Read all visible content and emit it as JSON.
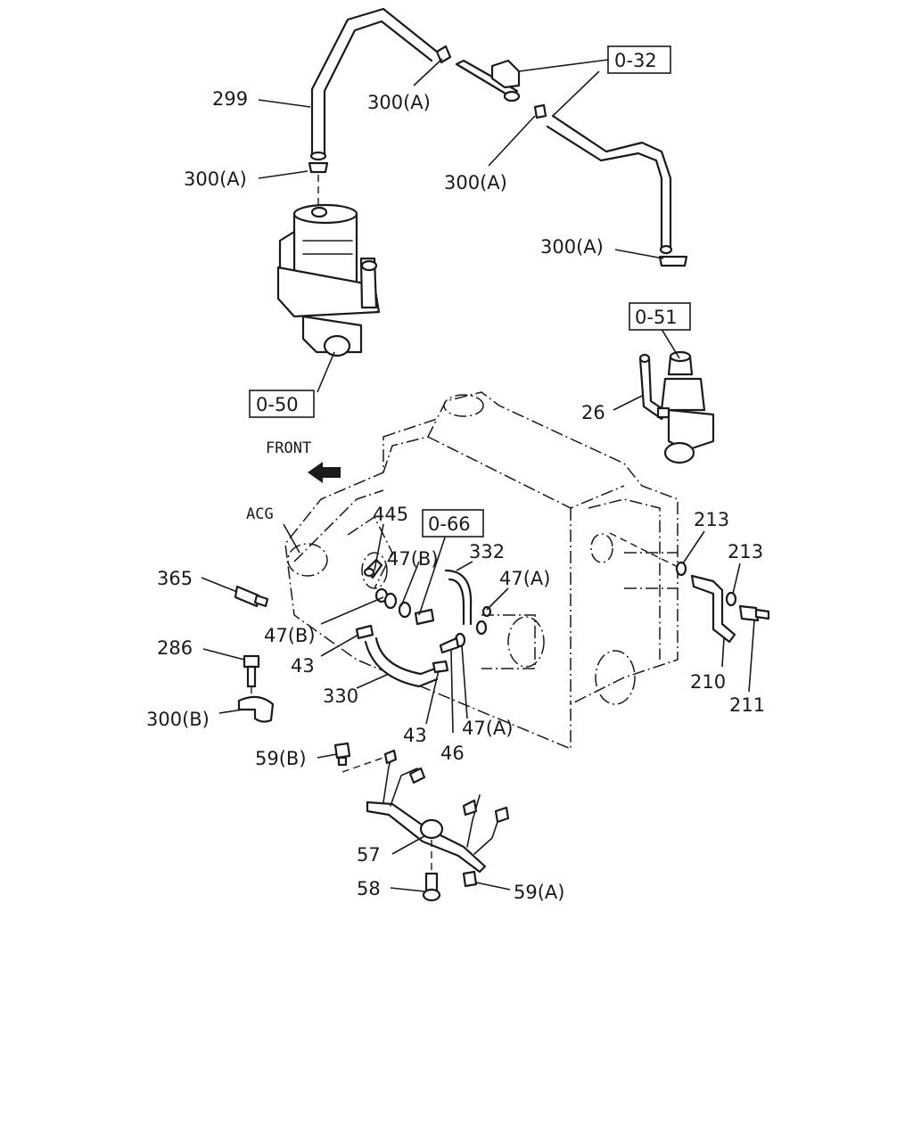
{
  "labels": {
    "p299": "299",
    "p300a_1": "300(A)",
    "p300a_2": "300(A)",
    "p300a_3": "300(A)",
    "p300a_4": "300(A)",
    "p26": "26",
    "front": "FRONT",
    "acg": "ACG",
    "p445": "445",
    "p47b_1": "47(B)",
    "p332": "332",
    "p47a_1": "47(A)",
    "p365": "365",
    "p47b_2": "47(B)",
    "p43_1": "43",
    "p286": "286",
    "p330": "330",
    "p300b": "300(B)",
    "p43_2": "43",
    "p46": "46",
    "p47a_2": "47(A)",
    "p59b": "59(B)",
    "p213_1": "213",
    "p213_2": "213",
    "p210": "210",
    "p211": "211",
    "p57": "57",
    "p58": "58",
    "p59a": "59(A)"
  },
  "refs": {
    "r032": "0-32",
    "r051": "0-51",
    "r050": "0-50",
    "r066": "0-66"
  },
  "icons": {
    "front_arrow": "front-arrow-icon"
  }
}
